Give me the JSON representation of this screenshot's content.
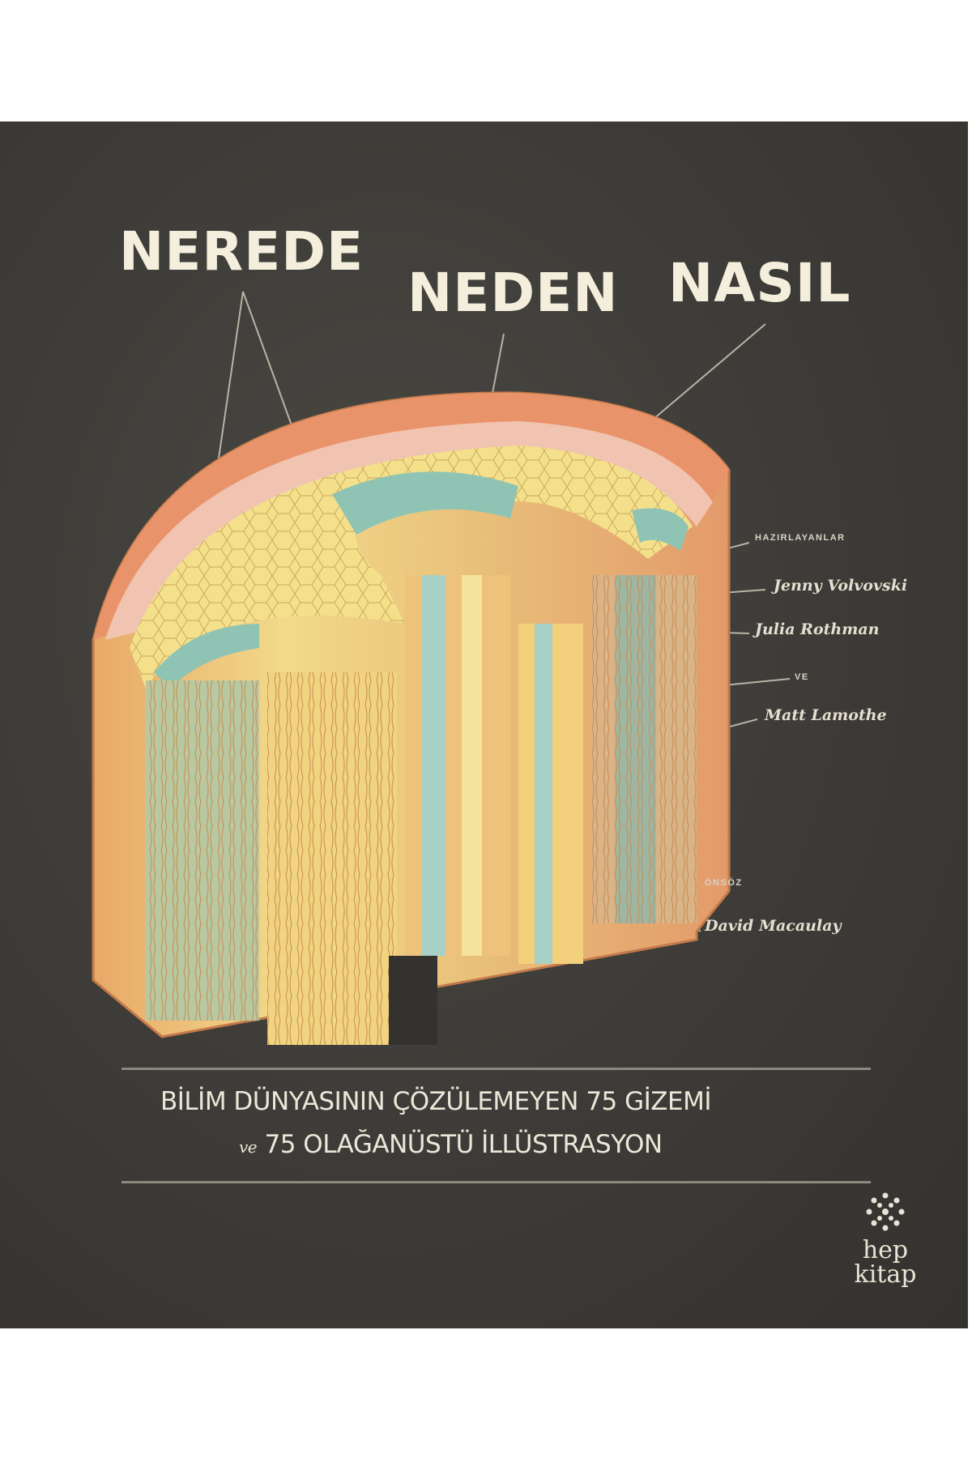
{
  "cover": {
    "title_words": [
      "NEREDE",
      "NEDEN",
      "NASIL"
    ],
    "credits": {
      "prepared_by_label": "HAZIRLAYANLAR",
      "authors": [
        "Jenny Volvovski",
        "Julia Rothman"
      ],
      "and_label": "VE",
      "third_author": "Matt Lamothe",
      "foreword_label": "ÖNSÖZ",
      "foreword_author": "David Macaulay"
    },
    "subtitle": {
      "line1": "BİLİM DÜNYASININ ÇÖZÜLEMEYEN 75 GİZEMİ",
      "line2_prefix": "ve",
      "line2": "75 OLAĞANÜSTÜ İLLÜSTRASYON"
    },
    "publisher": {
      "line1": "hep",
      "line2": "kitap"
    },
    "colors": {
      "background": "#3d3b37",
      "text": "#f4efdc",
      "rule": "#8c8980"
    }
  }
}
